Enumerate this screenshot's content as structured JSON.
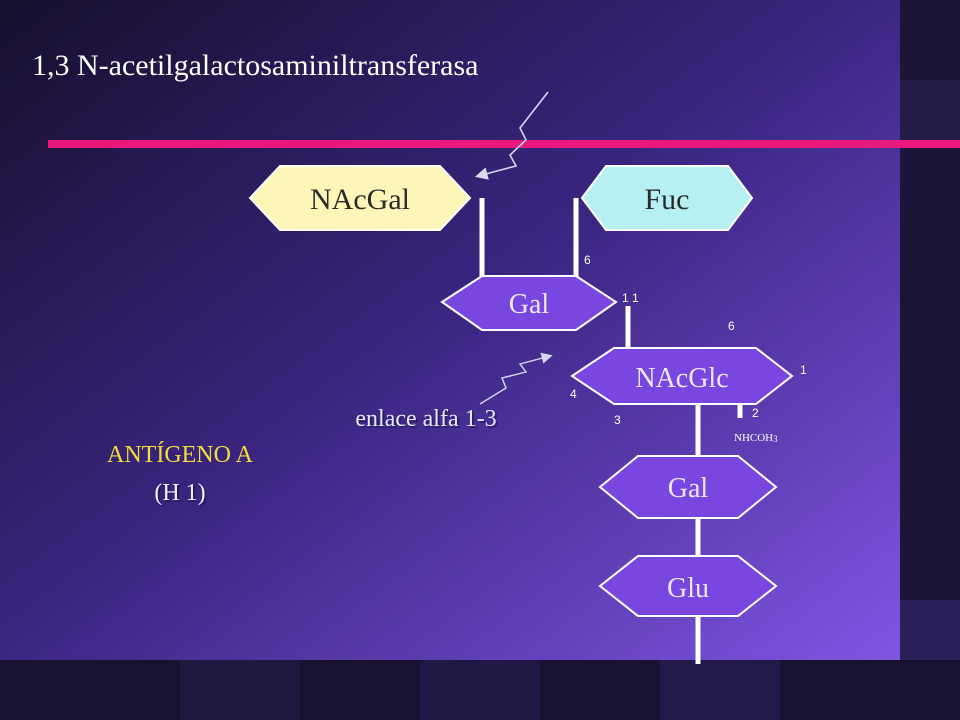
{
  "title": "1,3 N-acetilgalactosaminiltransferasa",
  "nodes": {
    "nacgal": "NAcGal",
    "fuc": "Fuc",
    "gal_top": "Gal",
    "nacglc": "NAcGlc",
    "gal_bottom": "Gal",
    "glu": "Glu"
  },
  "positions": {
    "gal_fuc_6": "6",
    "gal_11": "1 1",
    "nacglc_6": "6",
    "nacglc_1": "1",
    "nacglc_4": "4",
    "nacglc_3": "3",
    "nacglc_2": "2",
    "nhcoh": "NHCOH",
    "nhcoh_sub": "3"
  },
  "annotations": {
    "bond": "enlace alfa 1-3",
    "antigen_line1": "ANTÍGENO A",
    "antigen_line2": "(H 1)"
  },
  "colors": {
    "accent_bar": "#e8187c",
    "nacgal_fill": "#fdf6b8",
    "fuc_fill": "#b6f0f2",
    "sugar_fill": "#7a46e0",
    "antigen_text": "#f2de3a",
    "bond_text": "#e6e8ff"
  }
}
